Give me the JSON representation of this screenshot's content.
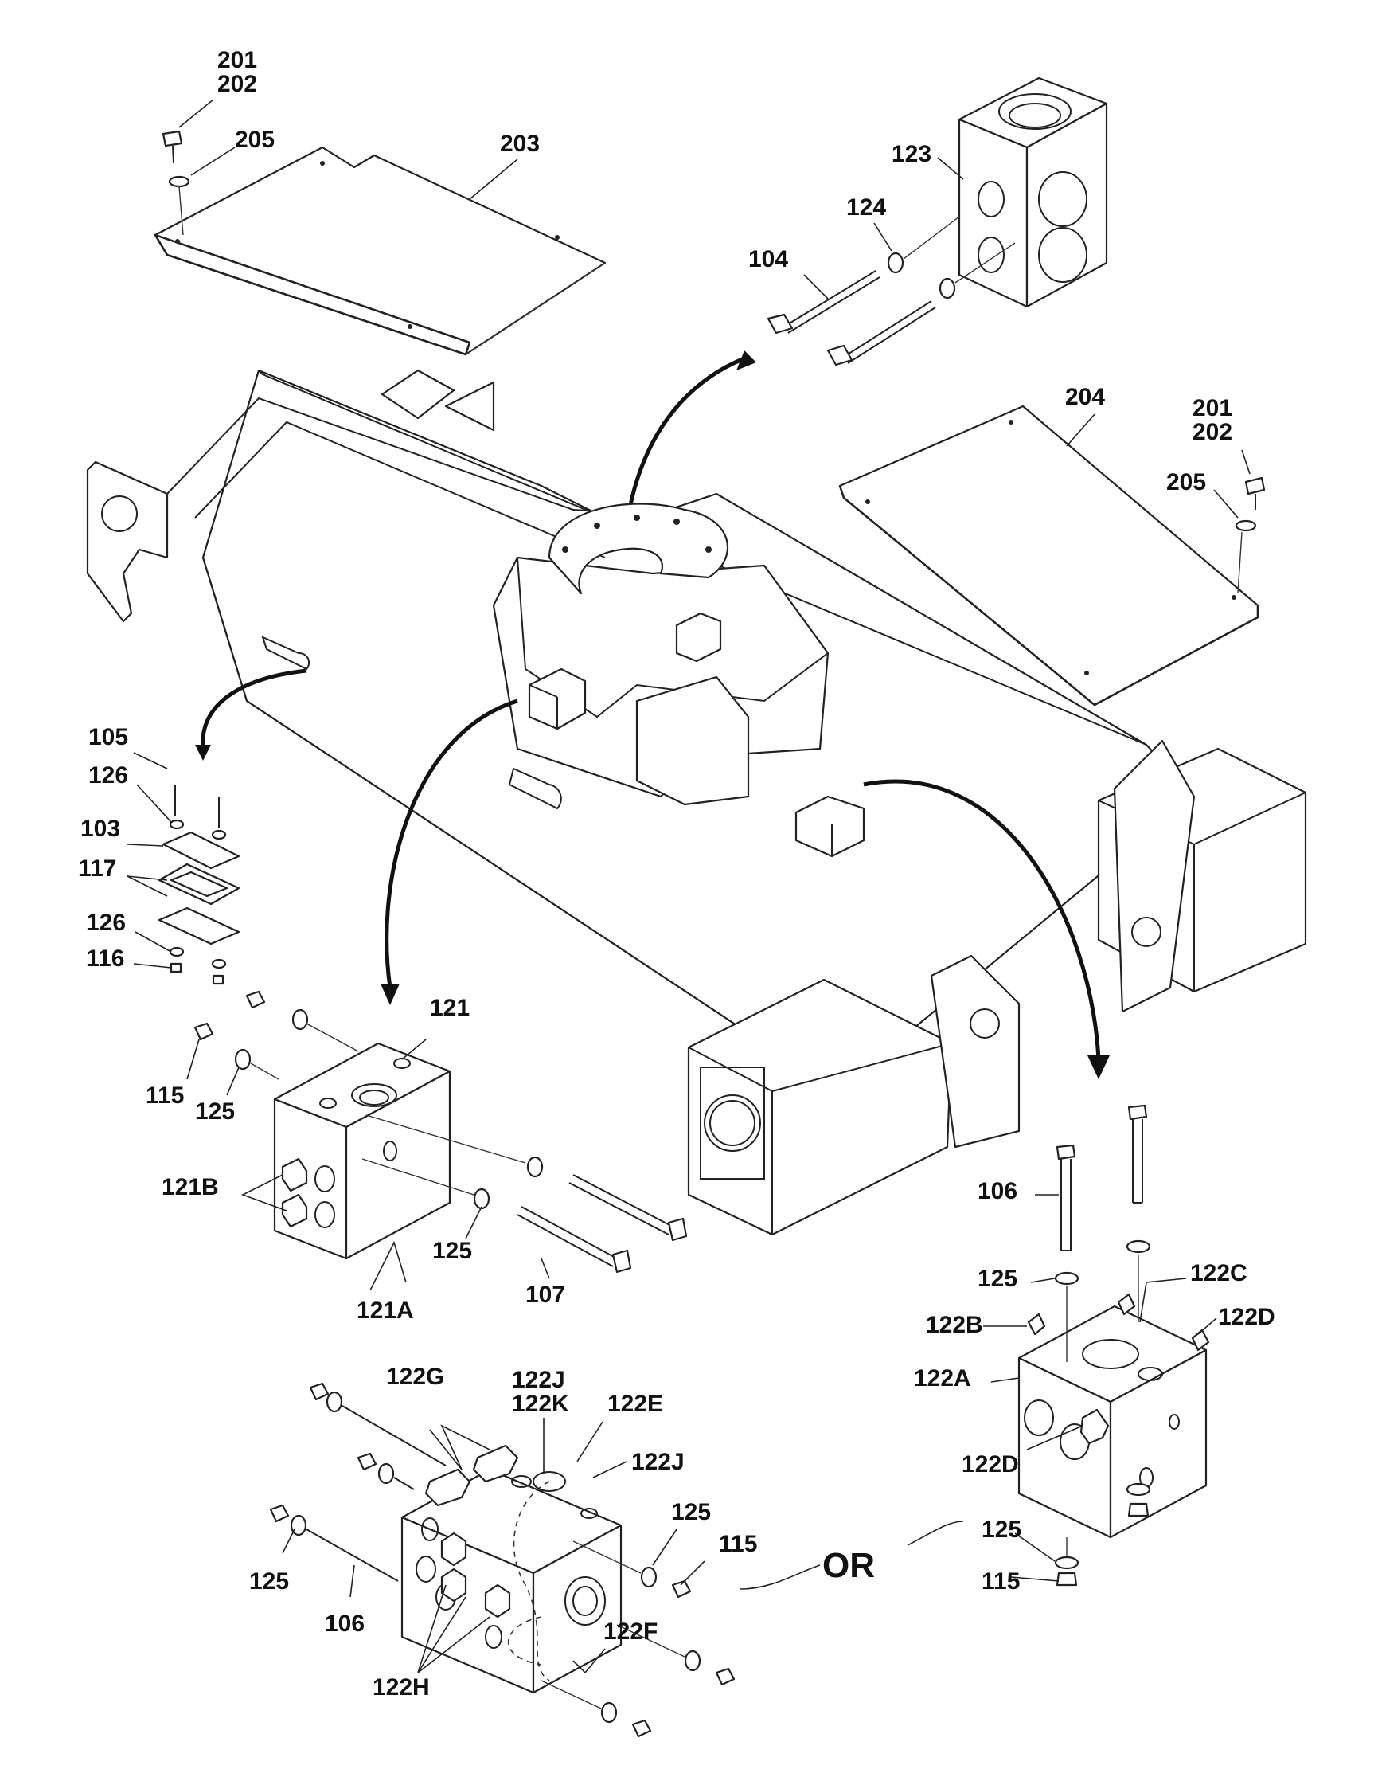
{
  "callouts": {
    "c201_top": "201",
    "c202_top": "202",
    "c205_top": "205",
    "c203": "203",
    "c123": "123",
    "c124": "124",
    "c104": "104",
    "c204": "204",
    "c201_right": "201",
    "c202_right": "202",
    "c205_right": "205",
    "c105": "105",
    "c126_a": "126",
    "c103": "103",
    "c117": "117",
    "c126_b": "126",
    "c116": "116",
    "c121": "121",
    "c115_a": "115",
    "c125_a": "125",
    "c121B": "121B",
    "c125_b": "125",
    "c121A": "121A",
    "c107": "107",
    "c106_a": "106",
    "c125_c": "125",
    "c122C": "122C",
    "c122B": "122B",
    "c122D_a": "122D",
    "c122A": "122A",
    "c122D_b": "122D",
    "c125_d": "125",
    "c115_b": "115",
    "c122G": "122G",
    "c122J_a": "122J",
    "c122K": "122K",
    "c122E": "122E",
    "c122J_b": "122J",
    "c125_e": "125",
    "c115_c": "115",
    "c125_f": "125",
    "c106_b": "106",
    "c122F": "122F",
    "c122H": "122H",
    "or_label": "OR"
  }
}
